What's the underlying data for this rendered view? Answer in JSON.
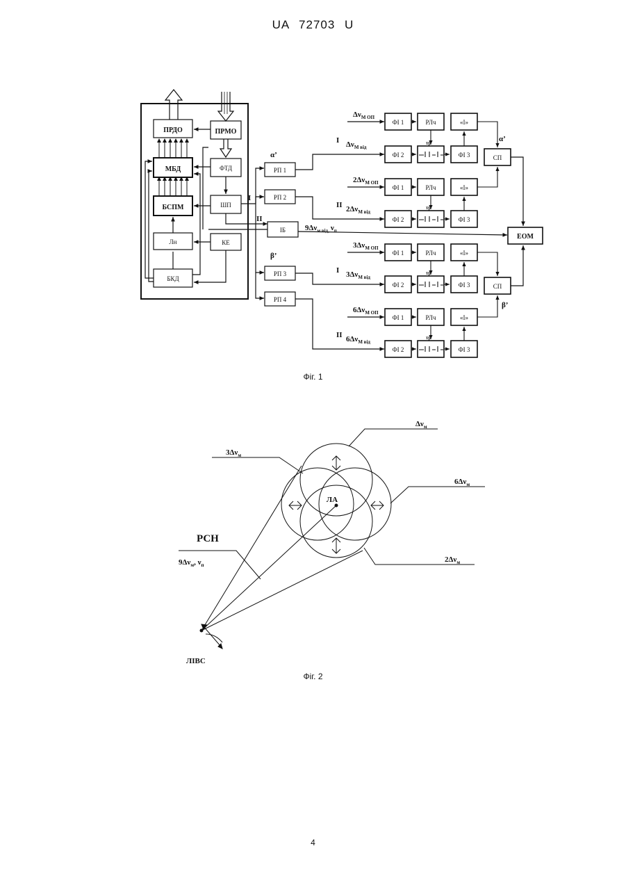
{
  "header": {
    "text": "UA   72703   U"
  },
  "fig1": {
    "caption": "Фіг. 1",
    "left_blocks": {
      "prdo": "ПРДО",
      "prmo": "ПРМО",
      "mbd": "МБД",
      "ftd": "ФТД",
      "bspm": "БСПМ",
      "shp": "ШП",
      "ln": "Лн",
      "ke": "КЕ",
      "bkd": "БКД"
    },
    "splitters": {
      "rp1": "РП 1",
      "rp2": "РП 2",
      "rp3": "РП 3",
      "rp4": "РП 4"
    },
    "ib": "ІБ",
    "eom": "ЕОМ",
    "sp": "СП",
    "alpha": "α’",
    "beta": "β’",
    "roman_one": "I",
    "roman_two": "II",
    "ib_signal": "9Δν",
    "ib_signal_sub": "м від,",
    "ib_signal_tail": "ν",
    "ib_signal_tail_sub": "п",
    "channel_blocks": {
      "fi1": "ФІ 1",
      "fi2": "ФІ 2",
      "fi3": "ФІ 3",
      "rlch": "РЛч",
      "integ": "«І»",
      "tr": "тр"
    },
    "channel_inputs": [
      {
        "main": "Δν",
        "sub": "М ОП",
        "group": ""
      },
      {
        "main": "Δν",
        "sub": "М від",
        "group": "I"
      },
      {
        "main": "2Δν",
        "sub": "М ОП",
        "group": ""
      },
      {
        "main": "2Δν",
        "sub": "М від",
        "group": "II"
      },
      {
        "main": "3Δν",
        "sub": "М ОП",
        "group": ""
      },
      {
        "main": "3Δν",
        "sub": "М від",
        "group": "I"
      },
      {
        "main": "6Δν",
        "sub": "М ОП",
        "group": ""
      },
      {
        "main": "6Δν",
        "sub": "М від",
        "group": "II"
      }
    ]
  },
  "fig2": {
    "caption": "Фіг. 2",
    "la": "ЛА",
    "livs": "ЛІВС",
    "rsn": "РСН",
    "rsn_signal": "9Δν",
    "rsn_signal_sub": "м",
    "rsn_signal_tail": ",   ν",
    "rsn_signal_tail_sub": "п",
    "beams": [
      {
        "main": "Δν",
        "sub": "м"
      },
      {
        "main": "3Δν",
        "sub": "м"
      },
      {
        "main": "6Δν",
        "sub": "м"
      },
      {
        "main": "2Δν",
        "sub": "м"
      }
    ]
  },
  "page_number": "4"
}
